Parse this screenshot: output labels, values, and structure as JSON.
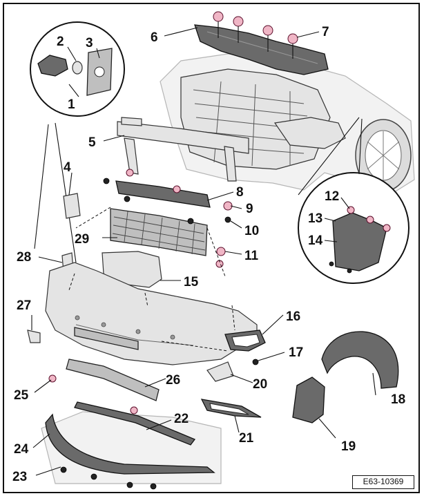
{
  "diagram": {
    "callouts": [
      {
        "id": "c1",
        "label": "1"
      },
      {
        "id": "c2",
        "label": "2"
      },
      {
        "id": "c3",
        "label": "3"
      },
      {
        "id": "c4",
        "label": "4"
      },
      {
        "id": "c5",
        "label": "5"
      },
      {
        "id": "c6",
        "label": "6"
      },
      {
        "id": "c7",
        "label": "7"
      },
      {
        "id": "c8",
        "label": "8"
      },
      {
        "id": "c9",
        "label": "9"
      },
      {
        "id": "c10",
        "label": "10"
      },
      {
        "id": "c11",
        "label": "11"
      },
      {
        "id": "c12",
        "label": "12"
      },
      {
        "id": "c13",
        "label": "13"
      },
      {
        "id": "c14",
        "label": "14"
      },
      {
        "id": "c15",
        "label": "15"
      },
      {
        "id": "c16",
        "label": "16"
      },
      {
        "id": "c17",
        "label": "17"
      },
      {
        "id": "c18",
        "label": "18"
      },
      {
        "id": "c19",
        "label": "19"
      },
      {
        "id": "c20",
        "label": "20"
      },
      {
        "id": "c21",
        "label": "21"
      },
      {
        "id": "c22",
        "label": "22"
      },
      {
        "id": "c23",
        "label": "23"
      },
      {
        "id": "c24",
        "label": "24"
      },
      {
        "id": "c25",
        "label": "25"
      },
      {
        "id": "c26",
        "label": "26"
      },
      {
        "id": "c27",
        "label": "27"
      },
      {
        "id": "c28",
        "label": "28"
      },
      {
        "id": "c29",
        "label": "29"
      }
    ],
    "reference_code": "E63-10369",
    "colors": {
      "line": "#111111",
      "fill": "#bfbfbf",
      "fastener": "#f0b6c6"
    }
  }
}
